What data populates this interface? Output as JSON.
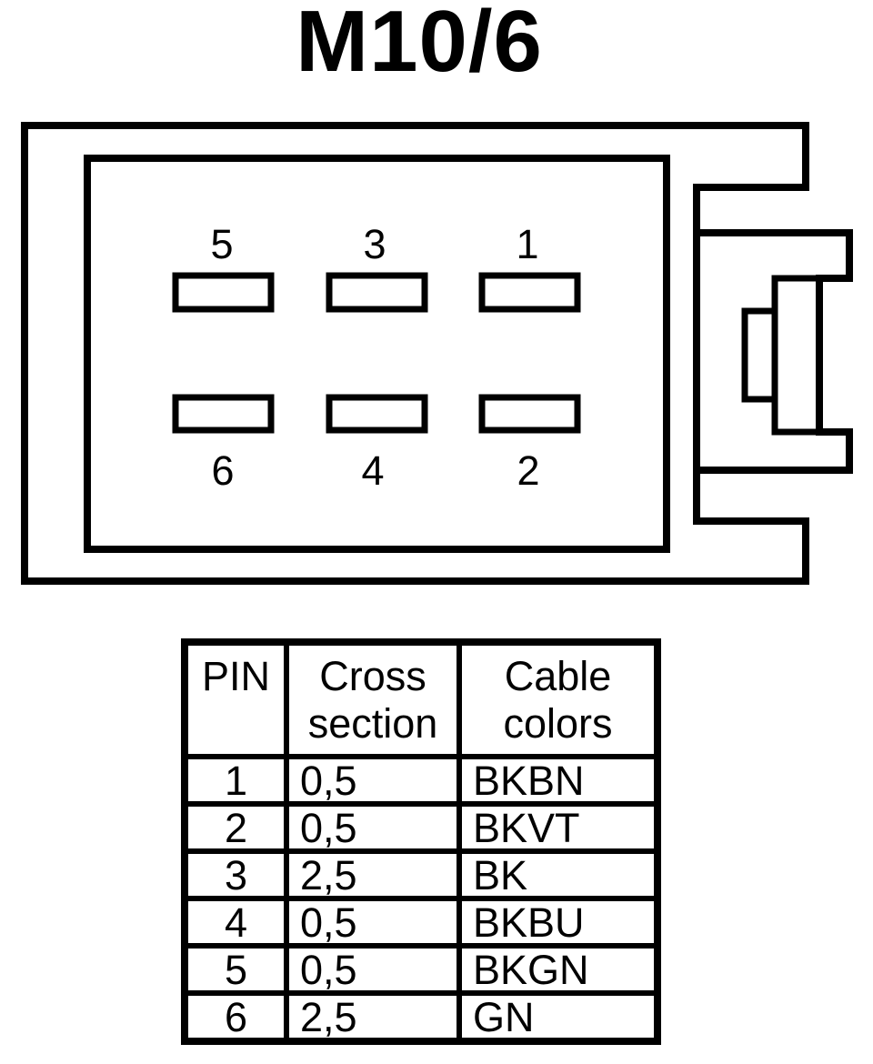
{
  "title": "M10/6",
  "connector": {
    "pin_labels_top": [
      "5",
      "3",
      "1"
    ],
    "pin_labels_bottom": [
      "6",
      "4",
      "2"
    ]
  },
  "table": {
    "headers": [
      "PIN",
      "Cross section",
      "Cable colors"
    ],
    "rows": [
      {
        "pin": "1",
        "cross_section": "0,5",
        "cable_color": "BKBN"
      },
      {
        "pin": "2",
        "cross_section": "0,5",
        "cable_color": "BKVT"
      },
      {
        "pin": "3",
        "cross_section": "2,5",
        "cable_color": "BK"
      },
      {
        "pin": "4",
        "cross_section": "0,5",
        "cable_color": "BKBU"
      },
      {
        "pin": "5",
        "cross_section": "0,5",
        "cable_color": "BKGN"
      },
      {
        "pin": "6",
        "cross_section": "2,5",
        "cable_color": "GN"
      }
    ]
  },
  "colors": {
    "line": "#000000",
    "background": "#ffffff"
  }
}
